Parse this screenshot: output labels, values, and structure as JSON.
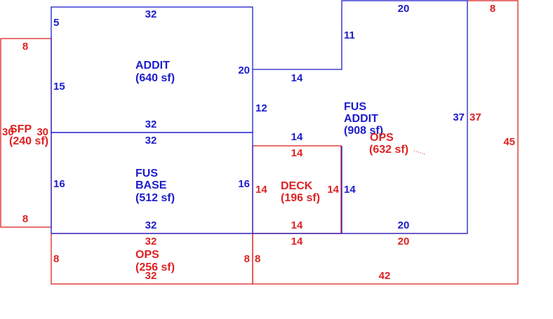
{
  "colors": {
    "blue": "#1c1ccc",
    "red": "#dd2222",
    "background": "#ffffff"
  },
  "areas": {
    "addit": {
      "name": "ADDIT",
      "area": "(640 sf)"
    },
    "fus_base": {
      "name_line1": "FUS",
      "name_line2": "BASE",
      "area": "(512 sf)"
    },
    "fus_addit": {
      "name_line1": "FUS",
      "name_line2": "ADDIT",
      "area": "(908 sf)"
    },
    "ops_upper": {
      "name": "OPS",
      "area": "(632 sf)"
    },
    "deck": {
      "name": "DECK",
      "area": "(196 sf)"
    },
    "ops_lower": {
      "name": "OPS",
      "area": "(256 sf)"
    },
    "sfp": {
      "name": "SFP",
      "area": "(240 sf)"
    }
  },
  "dimensions": {
    "addit_top": "32",
    "addit_left_upper": "5",
    "addit_left_lower": "15",
    "addit_right": "20",
    "addit_bottom": "32",
    "base_top": "32",
    "base_left": "16",
    "base_right": "16",
    "base_bottom": "32",
    "fus_top": "20",
    "fus_left_upper": "11",
    "fus_step": "14",
    "fus_left_mid": "12",
    "fus_step_lower": "14",
    "fus_inner_left": "14",
    "fus_right": "37",
    "fus_bottom": "20",
    "deck_top": "14",
    "deck_left": "14",
    "deck_right": "14",
    "deck_bottom": "14",
    "ops_top_right": "8",
    "ops_right_inner": "37",
    "ops_right_outer": "45",
    "ops_bottom_right": "20",
    "ops_bottom_left": "14",
    "ops_bottom": "42",
    "ops_left_inner": "8",
    "ops_low_top": "32",
    "ops_low_left": "8",
    "ops_low_right": "8",
    "ops_low_bottom": "32",
    "sfp_top": "8",
    "sfp_bottom": "8",
    "sfp_left": "30",
    "sfp_right": "30"
  }
}
